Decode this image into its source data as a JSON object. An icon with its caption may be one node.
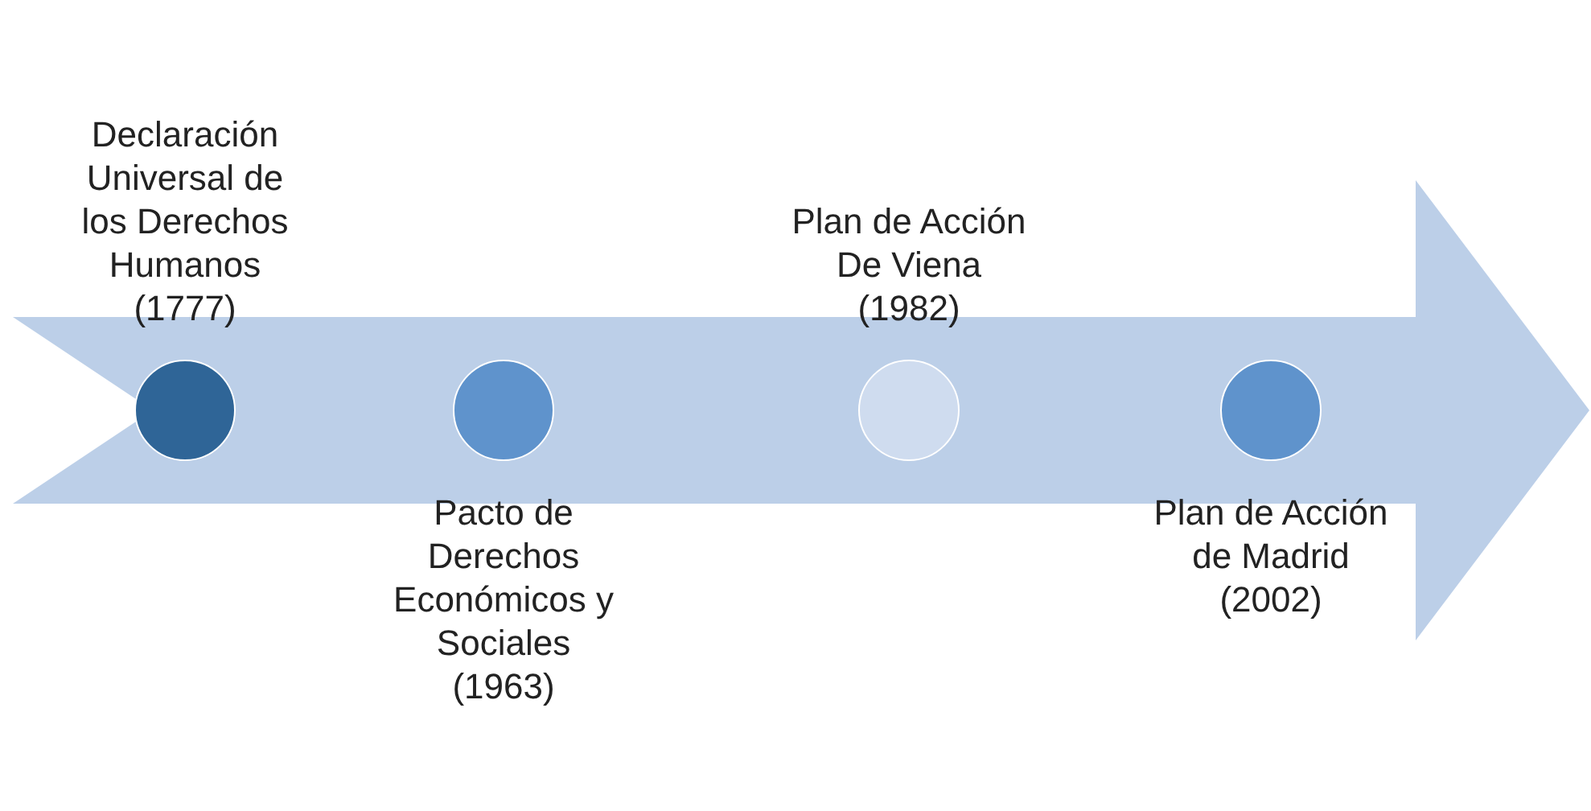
{
  "diagram": {
    "nodes": [
      {
        "text": [],
        "shape": "arrow"
      },
      {
        "text": [],
        "shape": "circle",
        "in": 0,
        "beside": [
          "Declaración Universal de los Derechos Humanos (1777)"
        ]
      },
      {
        "text": [],
        "shape": "circle",
        "in": 0,
        "beside": [
          "Pacto de Derechos Económicos y Sociales (1963)"
        ]
      },
      {
        "text": [],
        "shape": "circle",
        "in": 0,
        "beside": [
          "Plan de Acción De Viena (1982)"
        ]
      },
      {
        "text": [],
        "shape": "circle",
        "in": 0,
        "beside": [
          "Plan de Acción de Madrid (2002)"
        ]
      }
    ]
  }
}
